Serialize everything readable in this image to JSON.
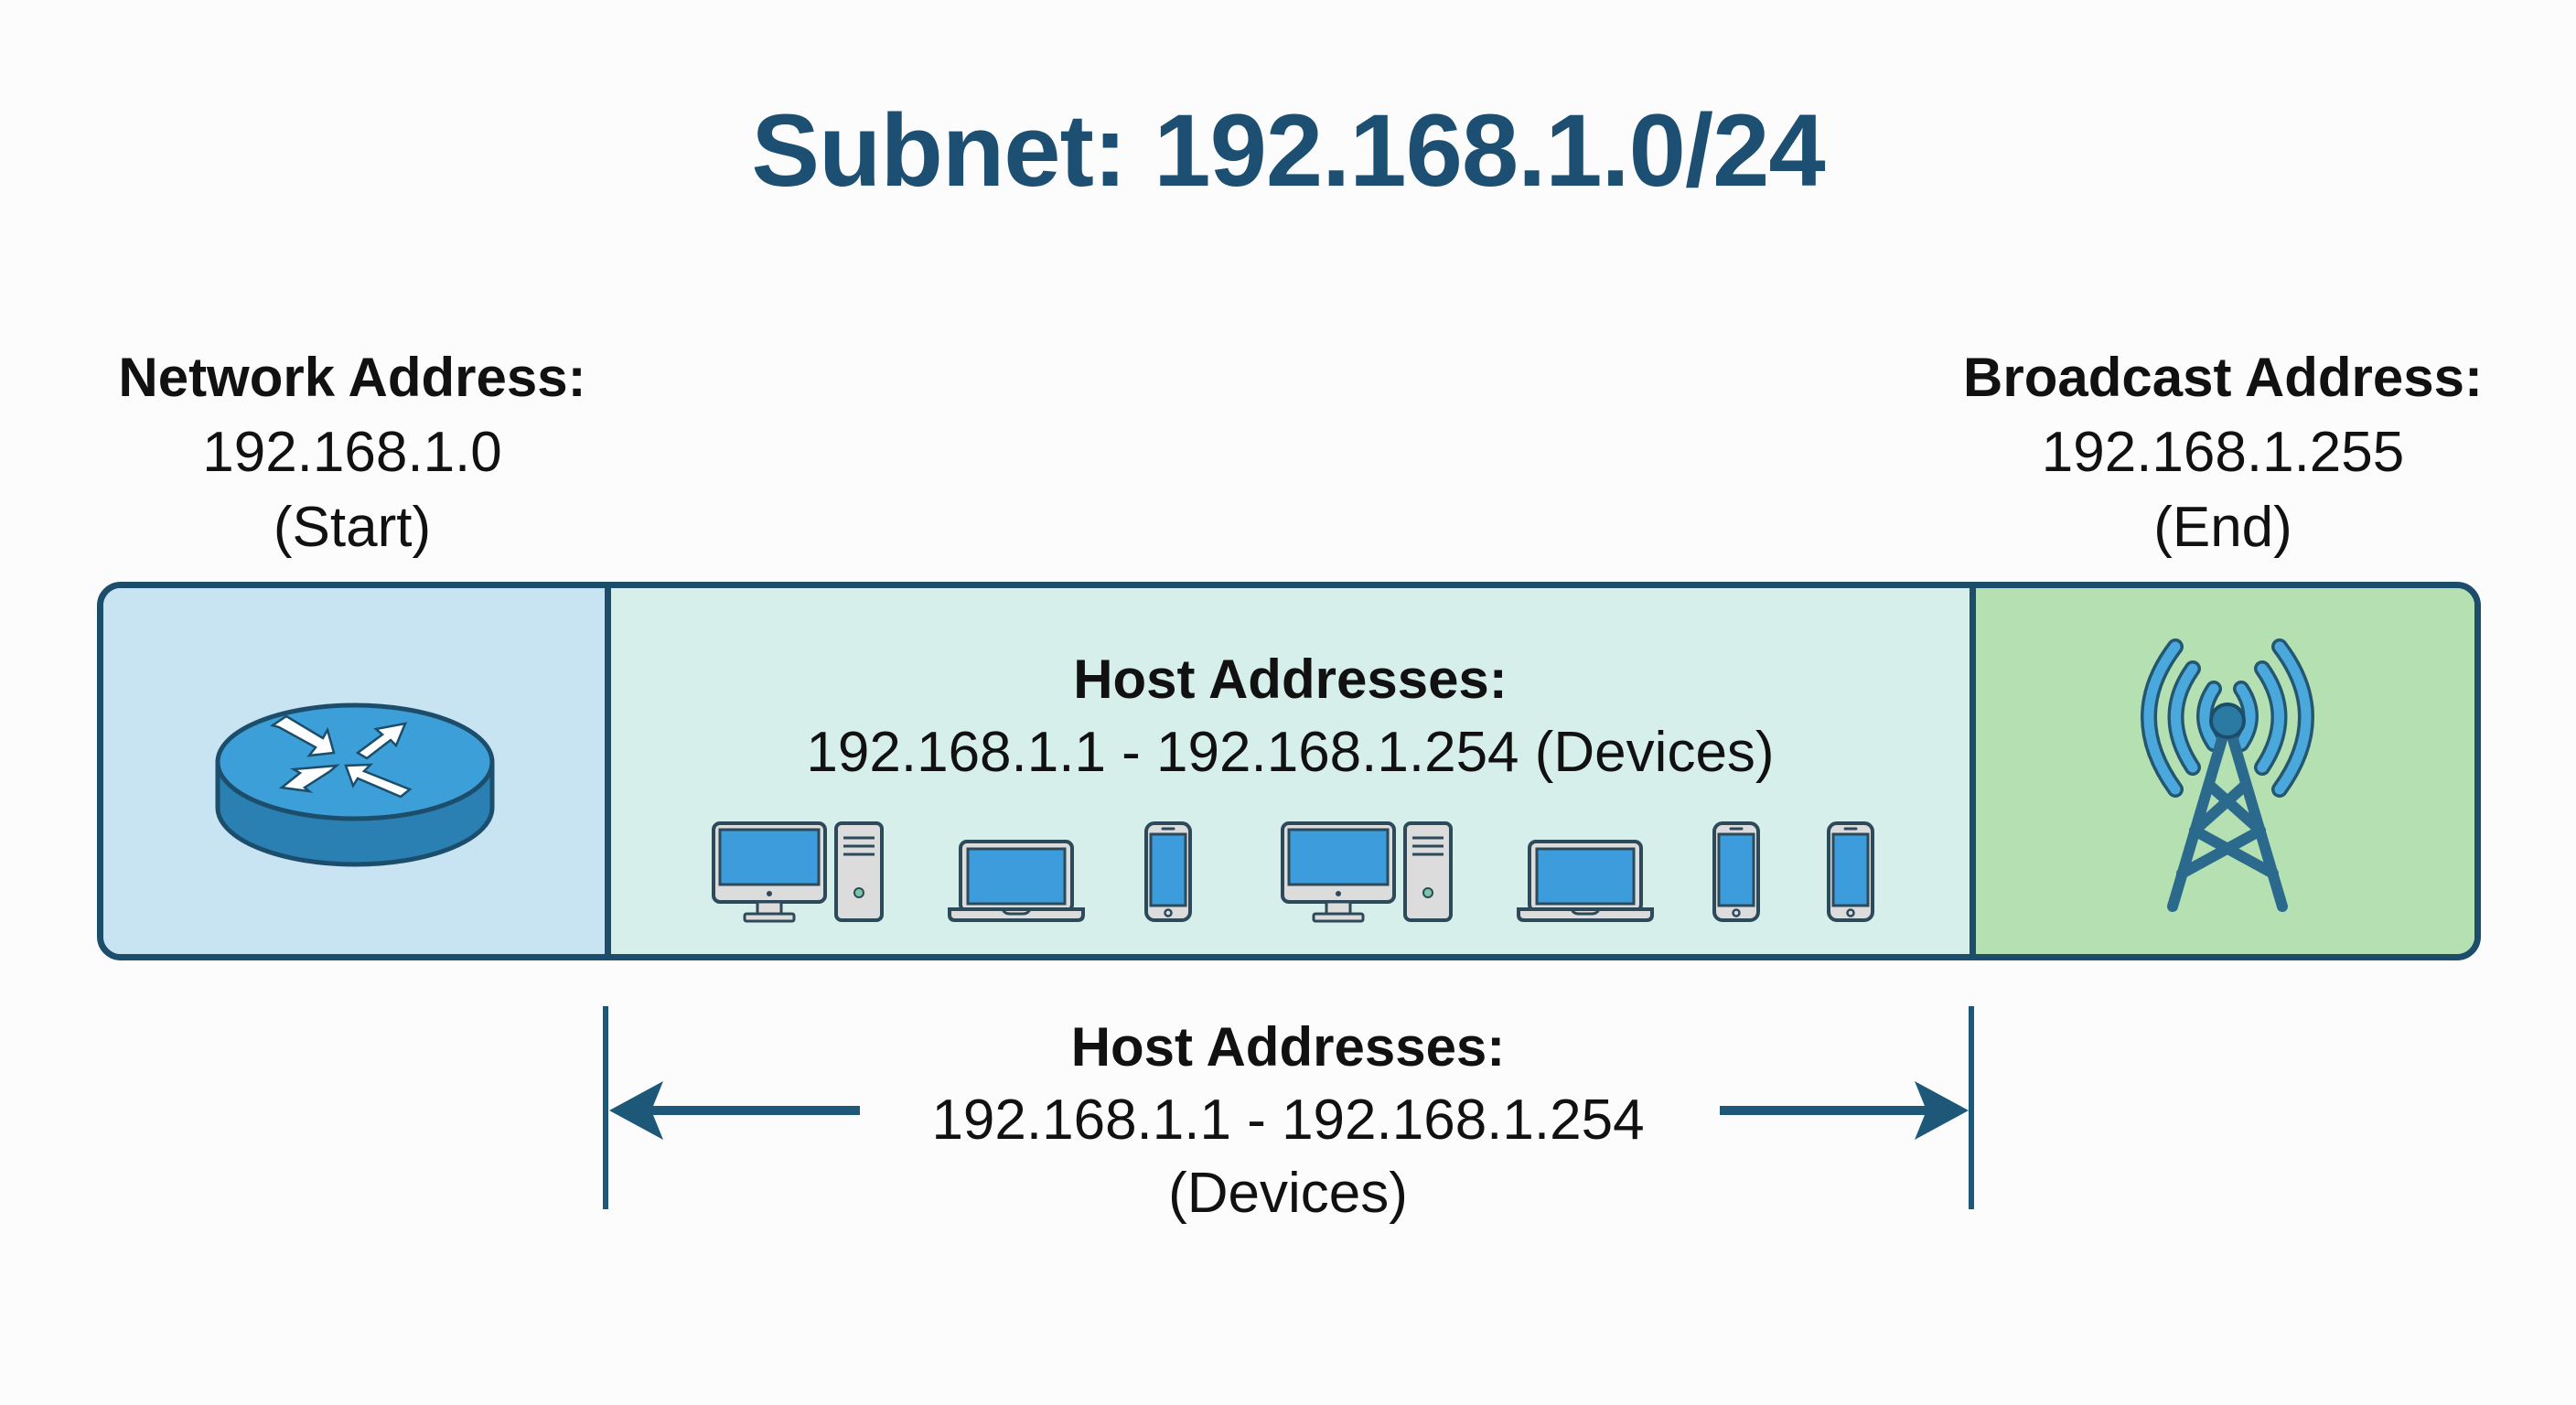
{
  "title": "Subnet: 192.168.1.0/24",
  "colors": {
    "title": "#1d4f73",
    "border": "#1c4e6c",
    "network_segment": "#c8e3f1",
    "host_segment": "#d7efea",
    "broadcast_segment": "#b4e0b2",
    "icon_blue": "#3a9bd5",
    "arrow": "#1d5878"
  },
  "network": {
    "heading": "Network Address:",
    "ip": "192.168.1.0",
    "tag": "(Start)",
    "icon": "router-icon"
  },
  "broadcast": {
    "heading": "Broadcast Address:",
    "ip": "192.168.1.255",
    "tag": "(End)",
    "icon": "cell-tower-icon"
  },
  "hosts": {
    "heading": "Host Addresses:",
    "range": "192.168.1.1 - 192.168.1.254 (Devices)",
    "devices": [
      "desktop-computer-icon",
      "laptop-icon",
      "smartphone-icon",
      "desktop-computer-icon",
      "laptop-icon",
      "smartphone-icon",
      "smartphone-icon"
    ]
  },
  "span": {
    "heading": "Host Addresses:",
    "range": "192.168.1.1 - 192.168.1.254",
    "tag": "(Devices)"
  }
}
